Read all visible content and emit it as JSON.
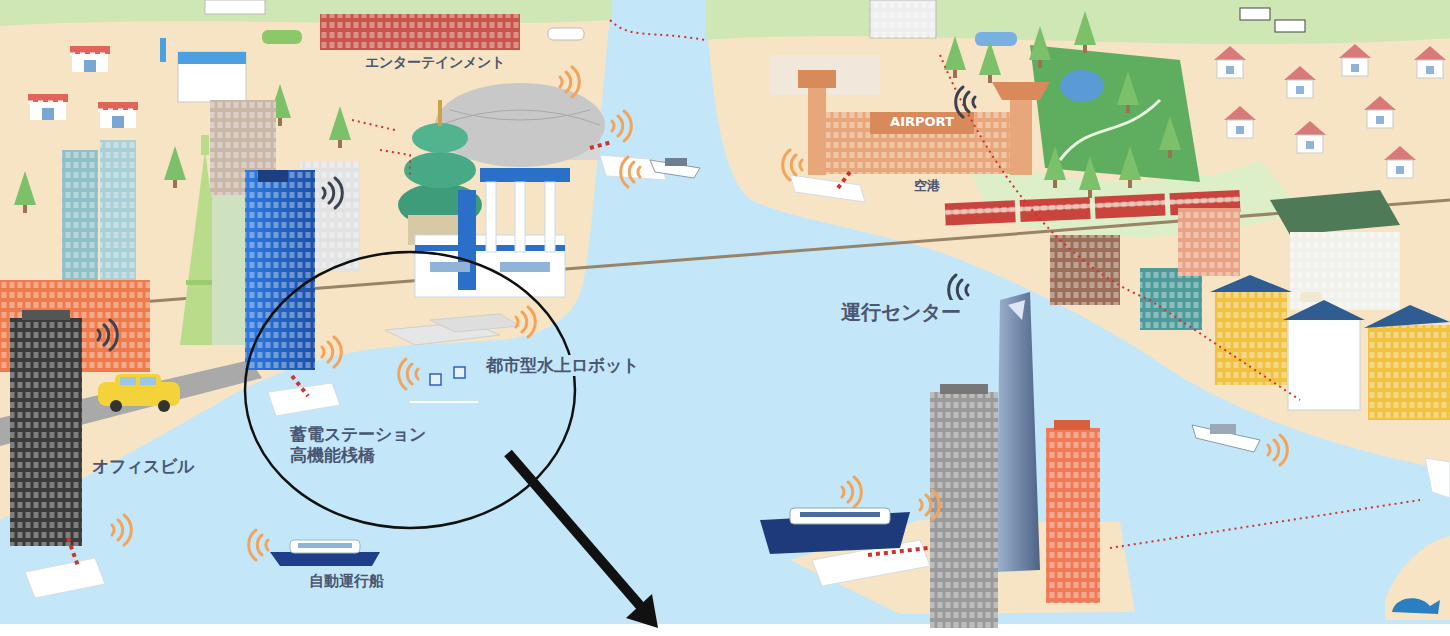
{
  "diagram": {
    "labels": [
      "エンターテインメント",
      "AIRPORT",
      "空港",
      "運行センター",
      "都市型水上ロボット",
      "蓄電ステーション 高機能桟橋",
      "オフィスビル",
      "自動運行船"
    ]
  }
}
